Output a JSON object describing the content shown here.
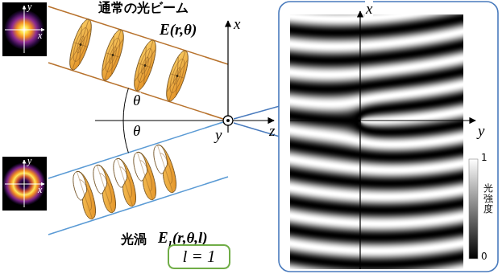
{
  "diagram": {
    "nodes": [
      {
        "text": [
          "l = 1"
        ]
      }
    ],
    "labels": [
      "y",
      "x",
      "通常の光ビーム",
      "E(r,θ)",
      "x",
      "θ",
      "θ",
      "y",
      "z",
      "x",
      "y",
      "1",
      "光強度",
      "0",
      "y",
      "x",
      "光渦",
      "E",
      "l",
      "(r,θ,l)"
    ]
  }
}
